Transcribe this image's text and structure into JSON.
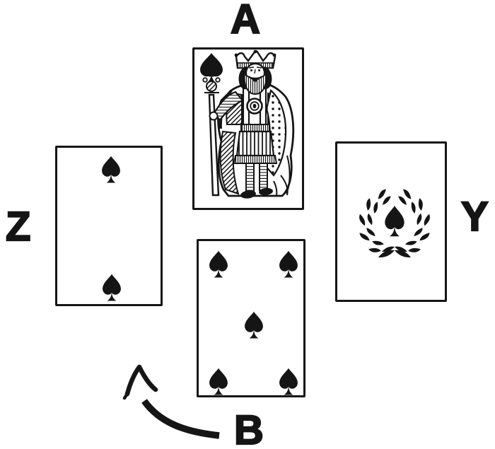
{
  "figure": {
    "background_color": "#ffffff",
    "ink_color": "#151515",
    "labels": {
      "north": "A",
      "east": "Y",
      "south": "B",
      "west": "Z"
    },
    "cards": {
      "north": {
        "name": "King of Spades",
        "rank": "K",
        "suit": "spades",
        "style": "court picture"
      },
      "east": {
        "name": "Ace of Spades",
        "rank": "A",
        "suit": "spades",
        "style": "spade inside laurel wreath"
      },
      "south": {
        "name": "Five of Spades",
        "rank": "5",
        "suit": "spades",
        "pip_count": 5
      },
      "west": {
        "name": "Two of Spades",
        "rank": "2",
        "suit": "spades",
        "pip_count": 2
      }
    },
    "arrow": {
      "type": "curved-arrow",
      "from_label": "B",
      "points": "up-left"
    }
  }
}
